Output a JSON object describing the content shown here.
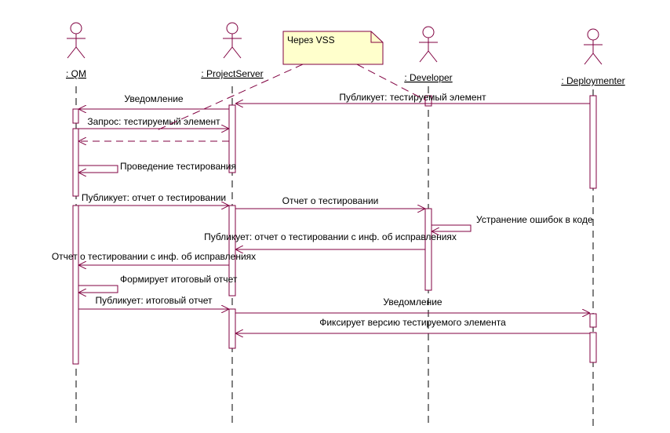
{
  "diagram": {
    "colors": {
      "line": "#800040",
      "note_fill": "#ffffcc",
      "background": "#ffffff",
      "lifeline": "#000000"
    },
    "actors": [
      {
        "id": "qm",
        "label": ": QM"
      },
      {
        "id": "ps",
        "label": ": ProjectServer"
      },
      {
        "id": "dev",
        "label": ": Developer"
      },
      {
        "id": "dep",
        "label": ": Deploymenter"
      }
    ],
    "note": {
      "text": "Через VSS"
    },
    "messages": [
      {
        "id": "m1",
        "label": "Уведомление"
      },
      {
        "id": "m2",
        "label": "Публикует: тестируемый элемент"
      },
      {
        "id": "m3",
        "label": "Запрос: тестируемый элемент"
      },
      {
        "id": "m4",
        "label": ""
      },
      {
        "id": "m5",
        "label": "Проведение тестирования"
      },
      {
        "id": "m6",
        "label": "Публикует: отчет о тестировании"
      },
      {
        "id": "m7",
        "label": "Отчет о тестировании"
      },
      {
        "id": "m8",
        "label": "Устранение ошибок в коде"
      },
      {
        "id": "m9",
        "label": "Публикует: отчет о тестировании с инф. об исправлениях"
      },
      {
        "id": "m10",
        "label": "Отчет о тестировании с инф. об исправлениях"
      },
      {
        "id": "m11",
        "label": "Формирует итоговый отчет"
      },
      {
        "id": "m12",
        "label": "Публикует: итоговый отчет"
      },
      {
        "id": "m13",
        "label": "Уведомление"
      },
      {
        "id": "m14",
        "label": "Фиксирует версию тестируемого элемента"
      }
    ]
  }
}
